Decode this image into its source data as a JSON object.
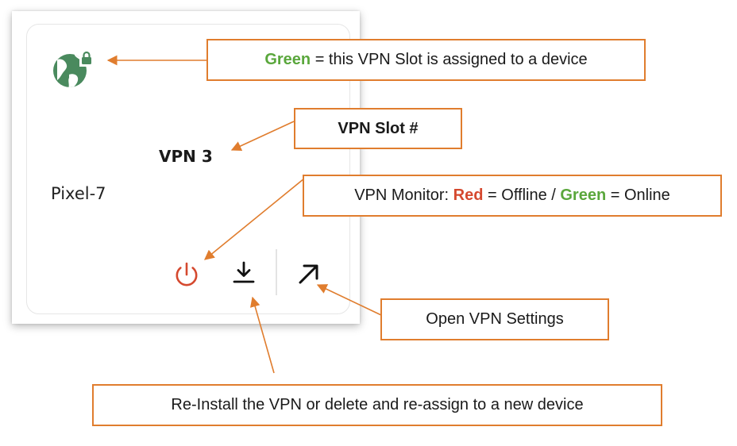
{
  "card": {
    "slot_title": "VPN 3",
    "device_name": "Pixel-7",
    "icons": {
      "slot_status": "globe-lock-icon",
      "monitor": "power-icon",
      "reinstall": "download-icon",
      "open_settings": "arrow-up-right-icon"
    },
    "colors": {
      "slot_assigned": "#4a8a5e",
      "monitor_offline": "#d5492f"
    }
  },
  "callouts": {
    "assigned": {
      "green_word": "Green",
      "rest": " = this VPN Slot is assigned to a device"
    },
    "slot_number": {
      "text": "VPN Slot #"
    },
    "monitor": {
      "prefix": "VPN Monitor: ",
      "red_word": "Red",
      "mid": " = Offline / ",
      "green_word": "Green",
      "suffix": " = Online"
    },
    "settings": {
      "text": "Open VPN Settings"
    },
    "reinstall": {
      "text": "Re-Install the VPN or delete and re-assign to a new device"
    }
  },
  "colors": {
    "callout_border": "#e07d2e",
    "green_text": "#5aa73c",
    "red_text": "#d5492f"
  }
}
